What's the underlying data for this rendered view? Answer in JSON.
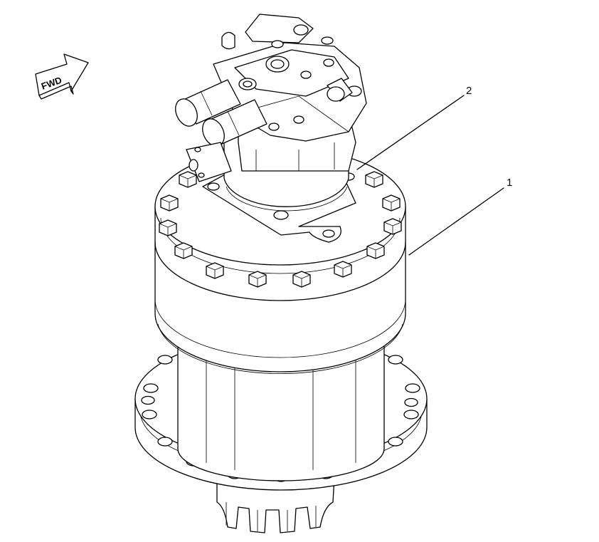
{
  "figure": {
    "direction_badge": "FWD",
    "callouts": [
      {
        "label": "1"
      },
      {
        "label": "2"
      }
    ]
  }
}
